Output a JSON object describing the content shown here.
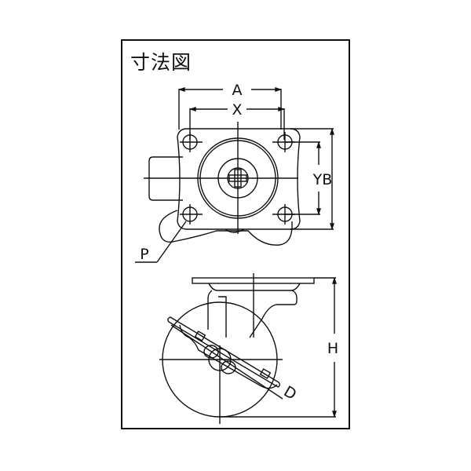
{
  "title": "寸法図",
  "labels": {
    "A": "A",
    "X": "X",
    "YB": "YB",
    "P": "P",
    "H": "H",
    "D": "D"
  },
  "views": {
    "top_view": "caster-top-view",
    "side_view": "caster-side-view"
  }
}
